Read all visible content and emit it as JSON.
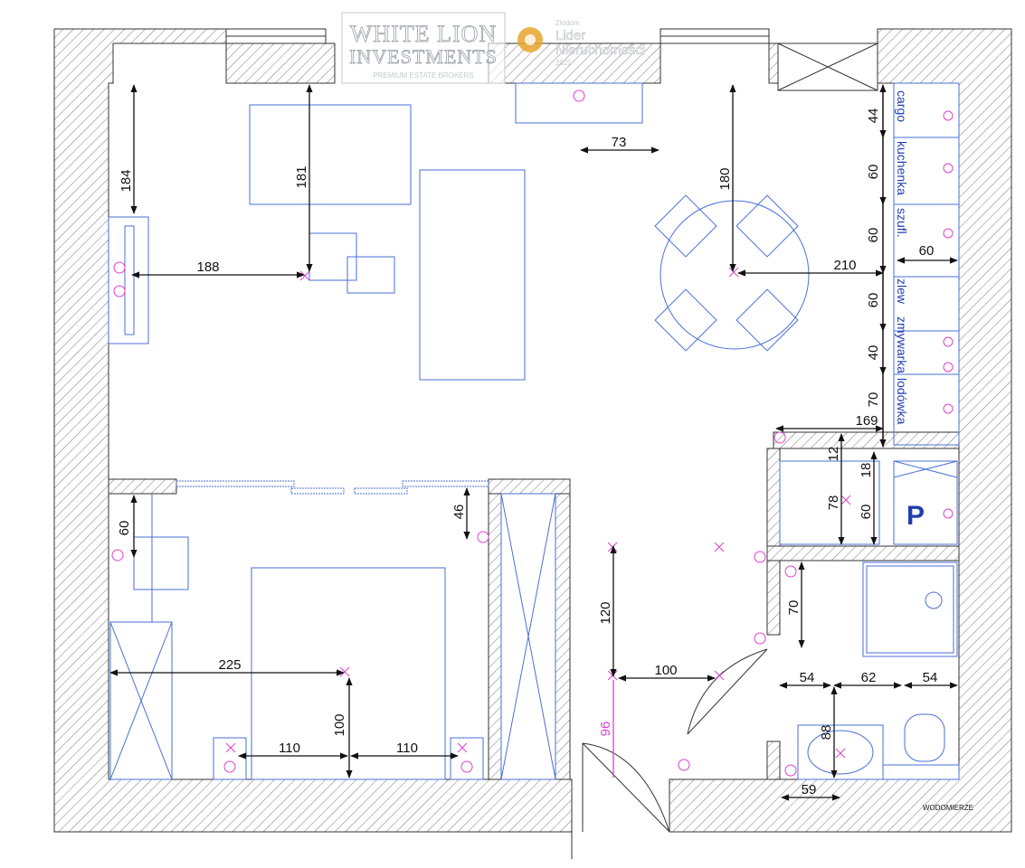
{
  "watermark": {
    "brand_line1": "WHITE LION",
    "brand_line2": "INVESTMENTS",
    "brand_line3": "PREMIUM ESTATE BROKERS",
    "award_line1": "Złodom",
    "award_line2": "Lider",
    "award_line3": "Nieruchomości",
    "award_line4": "2021"
  },
  "kitchen_labels": {
    "cargo": "cargo",
    "kuchenka": "kuchenka",
    "szufl": "szufl.",
    "zlew": "zlew",
    "zmywarka": "zmywarka",
    "lodowka": "lodówka"
  },
  "closet_label": "P",
  "water_meter_label": "WODOMIERZE",
  "dimensions": {
    "d184": "184",
    "d181": "181",
    "d73": "73",
    "d180": "180",
    "d188": "188",
    "d210": "210",
    "d44": "44",
    "d60a": "60",
    "d60b": "60",
    "d60c": "60",
    "d40": "40",
    "d70a": "70",
    "d60d": "60",
    "d169": "169",
    "d12": "12",
    "d18": "18",
    "d78": "78",
    "d60e": "60",
    "d60f": "60",
    "d46": "46",
    "d120": "120",
    "d225": "225",
    "d100a": "100",
    "d100b": "100",
    "d96": "96",
    "d110a": "110",
    "d110b": "110",
    "d70b": "70",
    "d54a": "54",
    "d62": "62",
    "d54b": "54",
    "d88": "88",
    "d59": "59"
  }
}
